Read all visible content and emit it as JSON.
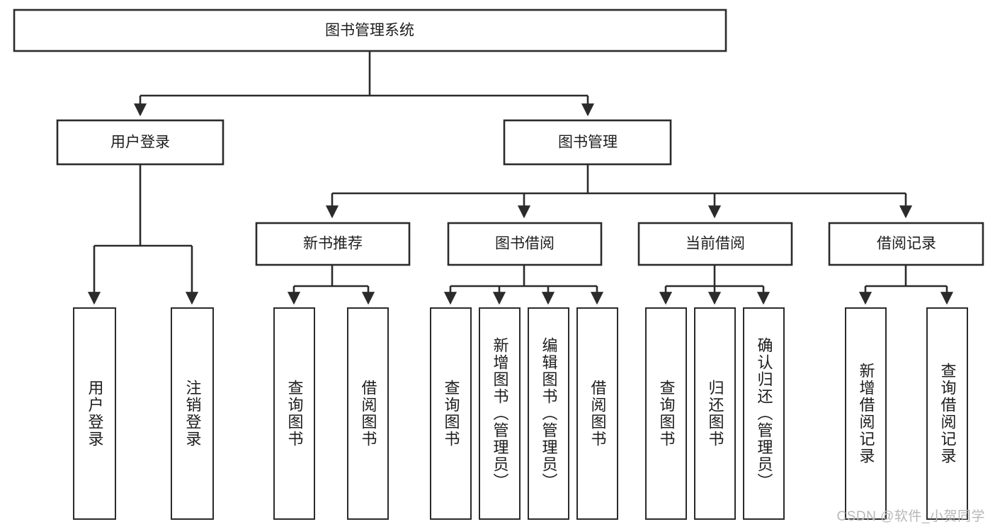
{
  "diagram": {
    "title": "图书管理系统",
    "type": "hierarchy-tree",
    "watermark": "CSDN @软件_小贺同学",
    "colors": {
      "stroke": "#2b2b2b",
      "fill": "#ffffff",
      "text": "#1d1d1d",
      "watermark": "#b7b7b7"
    },
    "root": {
      "label": "图书管理系统"
    },
    "level2": [
      {
        "label": "用户登录"
      },
      {
        "label": "图书管理"
      }
    ],
    "level3": [
      {
        "label": "新书推荐"
      },
      {
        "label": "图书借阅"
      },
      {
        "label": "当前借阅"
      },
      {
        "label": "借阅记录"
      }
    ],
    "leaves": {
      "user_login": [
        {
          "label": "用户登录"
        },
        {
          "label": "注销登录"
        }
      ],
      "new_book_recommend": [
        {
          "label": "查询图书"
        },
        {
          "label": "借阅图书"
        }
      ],
      "book_borrow": [
        {
          "label": "查询图书"
        },
        {
          "label": "新增图书（管理员）"
        },
        {
          "label": "编辑图书（管理员）"
        },
        {
          "label": "借阅图书"
        }
      ],
      "current_borrow": [
        {
          "label": "查询图书"
        },
        {
          "label": "归还图书"
        },
        {
          "label": "确认归还（管理员）"
        }
      ],
      "borrow_record": [
        {
          "label": "新增借阅记录"
        },
        {
          "label": "查询借阅记录"
        }
      ]
    }
  }
}
